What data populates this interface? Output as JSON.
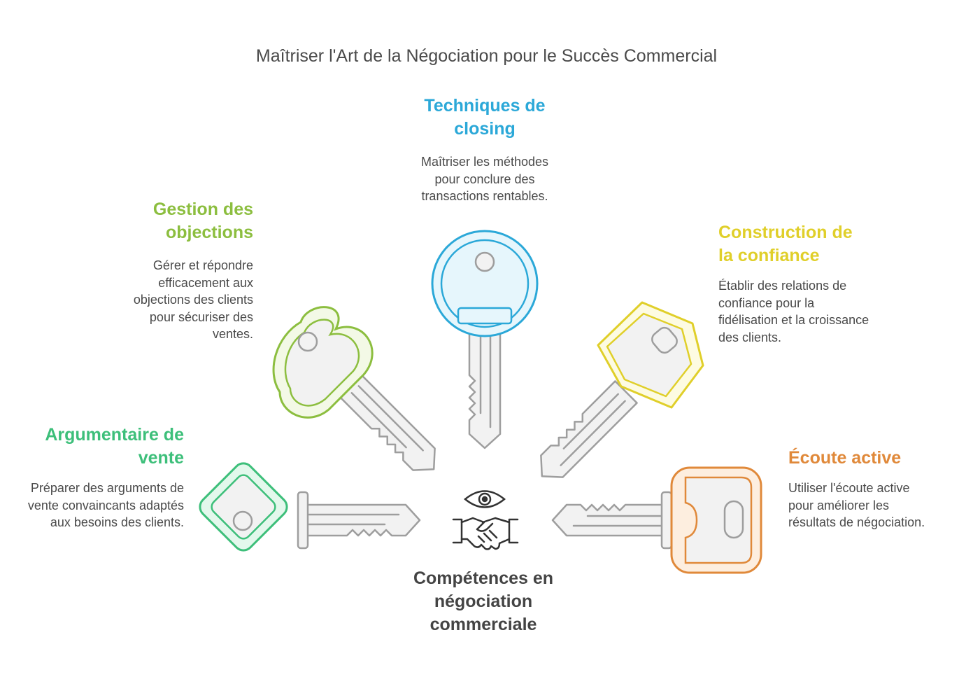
{
  "title": "Maîtriser l'Art de la Négociation pour le Succès Commercial",
  "center": {
    "label": "Compétences en négociation commerciale",
    "icons": [
      "eye-icon",
      "handshake-icon"
    ]
  },
  "items": [
    {
      "id": "closing",
      "heading": "Techniques de closing",
      "description": "Maîtriser les méthodes pour conclure des transactions rentables.",
      "color": "#2ba8d8",
      "fill": "#e6f6fc"
    },
    {
      "id": "objections",
      "heading": "Gestion des objections",
      "description": "Gérer et répondre efficacement aux objections des clients pour sécuriser des ventes.",
      "color": "#8cbe3f",
      "fill": "#f3f9e6"
    },
    {
      "id": "confiance",
      "heading": "Construction de la confiance",
      "description": "Établir des relations de confiance pour la fidélisation et la croissance des clients.",
      "color": "#e0cf2a",
      "fill": "#fdfbe2"
    },
    {
      "id": "argumentaire",
      "heading": "Argumentaire de vente",
      "description": "Préparer des arguments de vente convaincants adaptés aux besoins des clients.",
      "color": "#3dbf7a",
      "fill": "#e3f8ec"
    },
    {
      "id": "ecoute",
      "heading": "Écoute active",
      "description": "Utiliser l'écoute active pour améliorer les résultats de négociation.",
      "color": "#e0893a",
      "fill": "#fdeedf"
    }
  ],
  "colors": {
    "key_blade_stroke": "#9e9e9e",
    "key_blade_fill": "#f2f2f2",
    "text": "#4a4a4a"
  }
}
